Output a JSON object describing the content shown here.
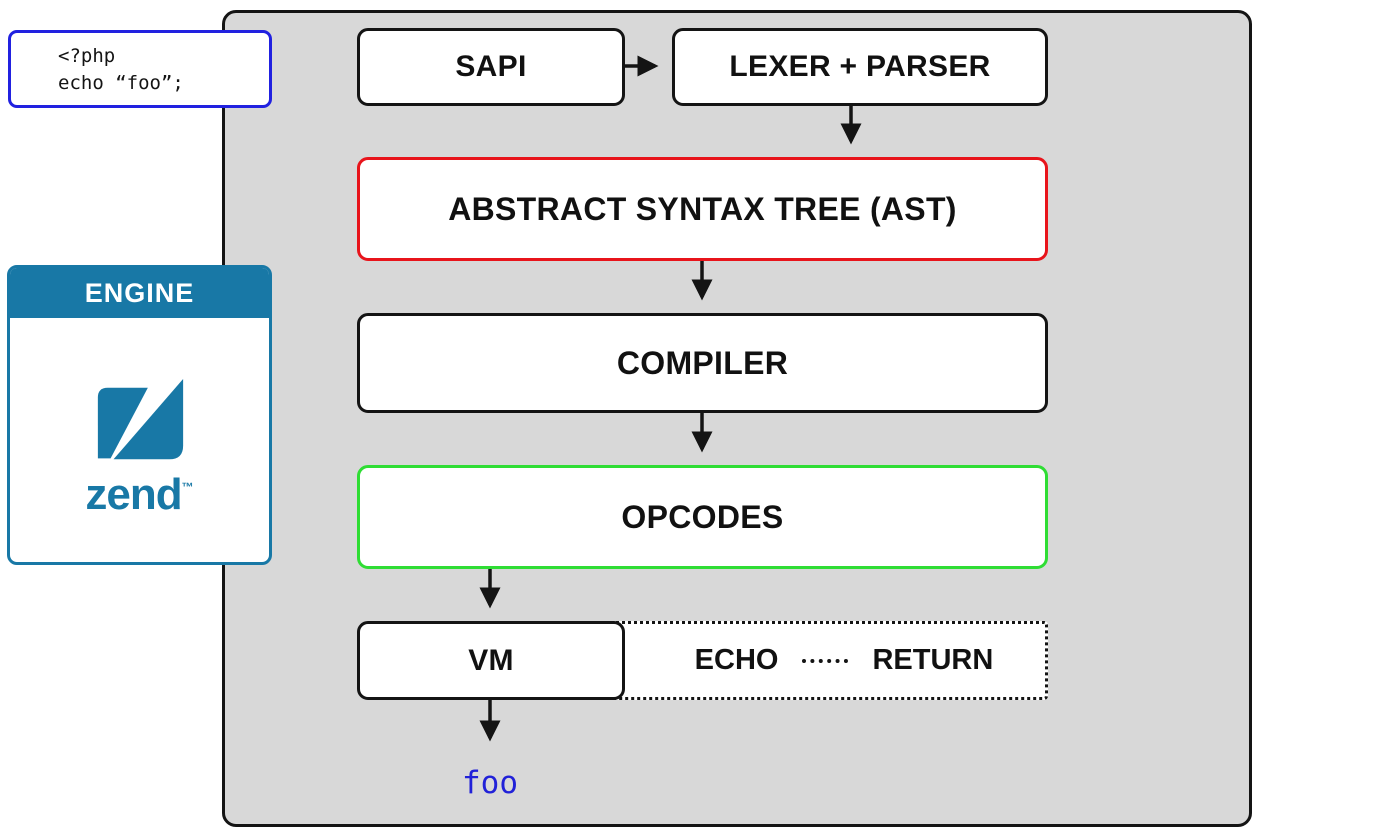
{
  "colors": {
    "panel_bg": "#d8d8d8",
    "stroke_black": "#141414",
    "code_blue": "#2121e0",
    "ast_red": "#e8141b",
    "opcodes_green": "#2fdd34",
    "zend_teal": "#1878a6",
    "output_blue": "#2121d8"
  },
  "code_box": {
    "line1": "<?php",
    "line2": "echo “foo”;"
  },
  "engine": {
    "title": "ENGINE",
    "brand": "zend",
    "trademark": "™"
  },
  "flow": {
    "sapi": "SAPI",
    "lexer_parser": "LEXER + PARSER",
    "ast": "ABSTRACT SYNTAX TREE (AST)",
    "compiler": "COMPILER",
    "opcodes": "OPCODES",
    "vm": "VM",
    "echo": "ECHO",
    "return": "RETURN"
  },
  "output": {
    "text": "foo"
  }
}
